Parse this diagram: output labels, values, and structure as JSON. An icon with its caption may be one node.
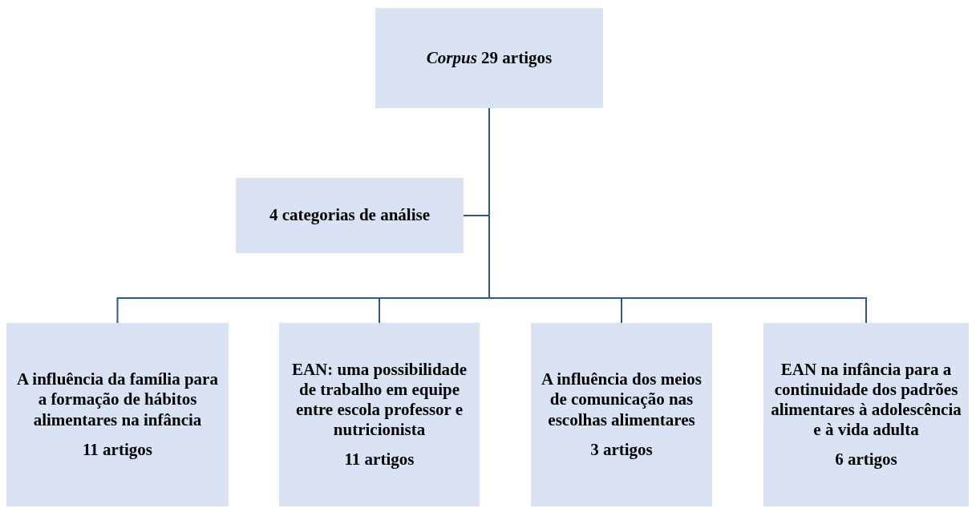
{
  "diagram": {
    "nodes": [
      {
        "text": [
          "*Corpus* 29 artigos"
        ]
      },
      {
        "text": [
          "4 categorias de análise"
        ]
      },
      {
        "text": [
          "A influência da família para a formação de hábitos alimentares na infância",
          "11 artigos"
        ]
      },
      {
        "text": [
          "EAN: uma possibilidade de trabalho em equipe entre escola professor e nutricionista",
          "11 artigos"
        ]
      },
      {
        "text": [
          "A influência dos meios de comunicação nas escolhas alimentares",
          "3 artigos"
        ]
      },
      {
        "text": [
          "EAN na infância para a continuidade dos padrões alimentares à adolescência e à vida adulta",
          "6 artigos"
        ]
      }
    ],
    "edges": [
      {
        "from": 0,
        "to": 1,
        "arrow": "none"
      },
      {
        "from": 0,
        "to": 2,
        "arrow": "none"
      },
      {
        "from": 0,
        "to": 3,
        "arrow": "none"
      },
      {
        "from": 0,
        "to": 4,
        "arrow": "none"
      },
      {
        "from": 0,
        "to": 5,
        "arrow": "none"
      }
    ]
  }
}
